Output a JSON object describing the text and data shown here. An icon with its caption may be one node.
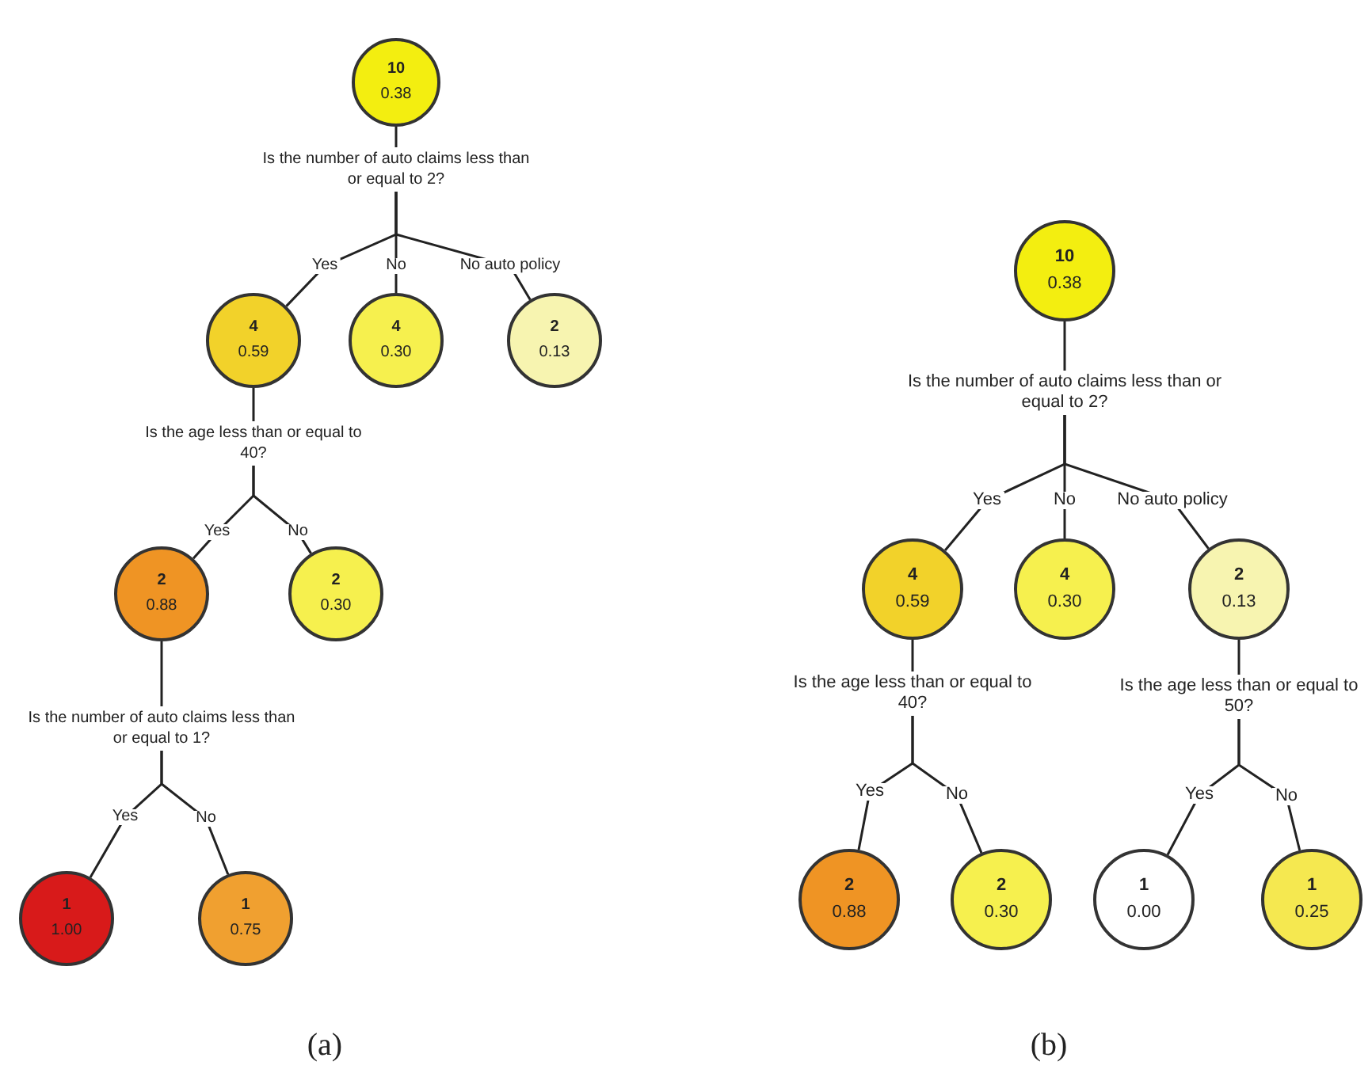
{
  "diagram": {
    "nodes": [
      {
        "text": [
          "10",
          "0.38"
        ]
      },
      {
        "text": [
          "Is the number of auto claims less than or equal to 2?"
        ]
      },
      {
        "text": [
          "4",
          "0.59"
        ]
      },
      {
        "text": [
          "4",
          "0.30"
        ]
      },
      {
        "text": [
          "2",
          "0.13"
        ]
      },
      {
        "text": [
          "Is the age less than or equal to 40?"
        ]
      },
      {
        "text": [
          "2",
          "0.88"
        ]
      },
      {
        "text": [
          "2",
          "0.30"
        ]
      },
      {
        "text": [
          "Is the number of auto claims less than or equal to 1?"
        ]
      },
      {
        "text": [
          "1",
          "1.00"
        ]
      },
      {
        "text": [
          "1",
          "0.75"
        ]
      },
      {
        "text": [
          "10",
          "0.38"
        ]
      },
      {
        "text": [
          "Is the number of auto claims less than or equal to 2?"
        ]
      },
      {
        "text": [
          "4",
          "0.59"
        ]
      },
      {
        "text": [
          "4",
          "0.30"
        ]
      },
      {
        "text": [
          "2",
          "0.13"
        ]
      },
      {
        "text": [
          "Is the age less than or equal to 40?"
        ]
      },
      {
        "text": [
          "Is the age less than or equal to 50?"
        ]
      },
      {
        "text": [
          "2",
          "0.88"
        ]
      },
      {
        "text": [
          "2",
          "0.30"
        ]
      },
      {
        "text": [
          "1",
          "0.00"
        ]
      },
      {
        "text": [
          "1",
          "0.25"
        ]
      }
    ],
    "edges": [
      {
        "from": 0,
        "to": 1,
        "arrow": "none"
      },
      {
        "from": 1,
        "to": 2,
        "arrow": "none",
        "label": "Yes"
      },
      {
        "from": 1,
        "to": 3,
        "arrow": "none",
        "label": "No"
      },
      {
        "from": 1,
        "to": 4,
        "arrow": "none",
        "label": "No auto policy"
      },
      {
        "from": 2,
        "to": 5,
        "arrow": "none"
      },
      {
        "from": 5,
        "to": 6,
        "arrow": "none",
        "label": "Yes"
      },
      {
        "from": 5,
        "to": 7,
        "arrow": "none",
        "label": "No"
      },
      {
        "from": 6,
        "to": 8,
        "arrow": "none"
      },
      {
        "from": 8,
        "to": 9,
        "arrow": "none",
        "label": "Yes"
      },
      {
        "from": 8,
        "to": 10,
        "arrow": "none",
        "label": "No"
      },
      {
        "from": 11,
        "to": 12,
        "arrow": "none"
      },
      {
        "from": 12,
        "to": 13,
        "arrow": "none",
        "label": "Yes"
      },
      {
        "from": 12,
        "to": 14,
        "arrow": "none",
        "label": "No"
      },
      {
        "from": 12,
        "to": 15,
        "arrow": "none",
        "label": "No auto policy"
      },
      {
        "from": 13,
        "to": 16,
        "arrow": "none"
      },
      {
        "from": 15,
        "to": 17,
        "arrow": "none"
      },
      {
        "from": 16,
        "to": 18,
        "arrow": "none",
        "label": "Yes"
      },
      {
        "from": 16,
        "to": 19,
        "arrow": "none",
        "label": "No"
      },
      {
        "from": 17,
        "to": 20,
        "arrow": "none",
        "label": "Yes"
      },
      {
        "from": 17,
        "to": 21,
        "arrow": "none",
        "label": "No"
      }
    ],
    "labels": [
      "(a)",
      "(b)"
    ]
  }
}
